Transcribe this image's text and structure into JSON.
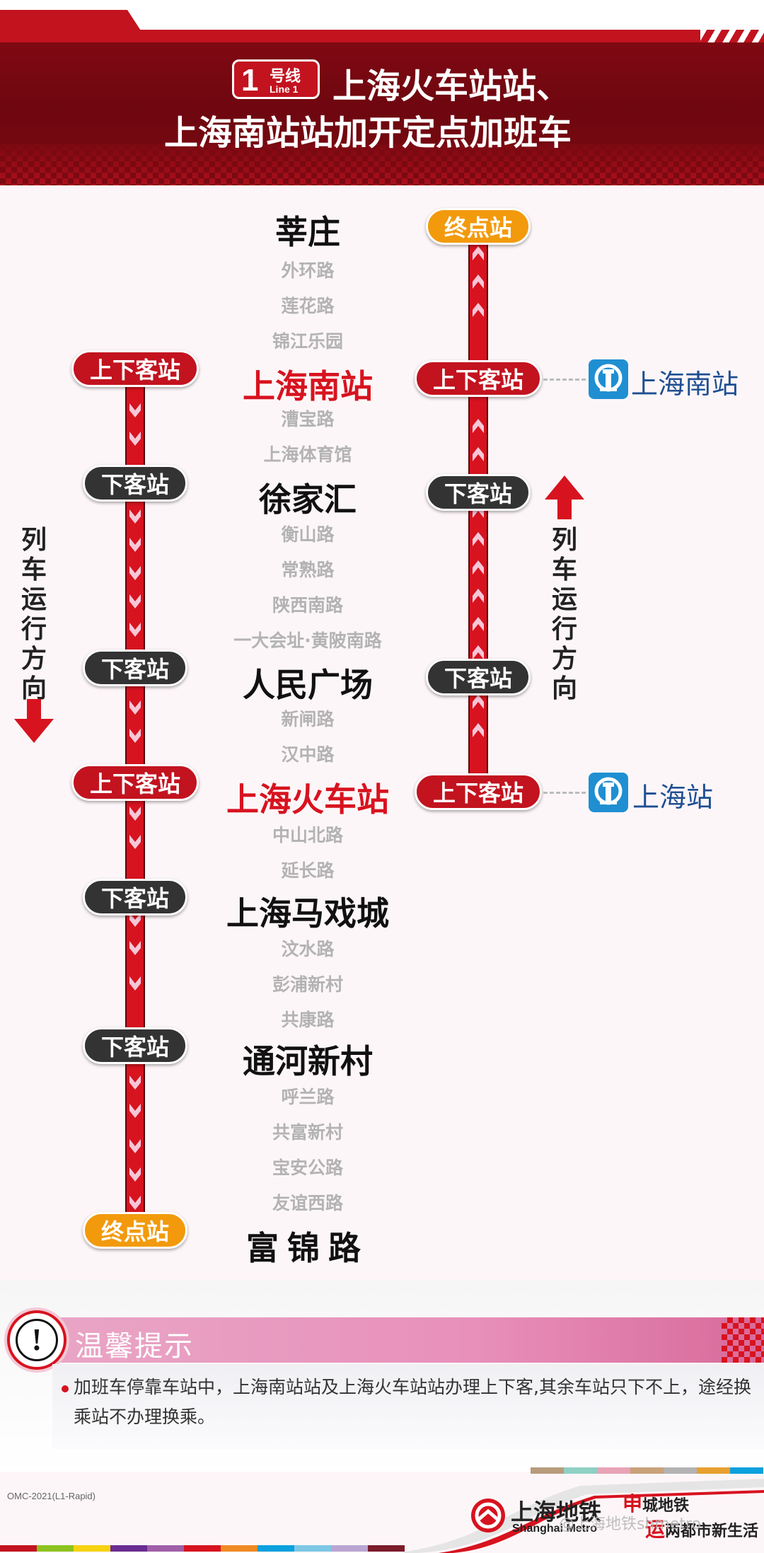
{
  "header": {
    "line_number": "1",
    "line_cn": "号线",
    "line_en": "Line 1",
    "title_line1": "上海火车站站、",
    "title_line2": "上海南站站加开定点加班车"
  },
  "stations": [
    {
      "name": "莘庄",
      "type": "major"
    },
    {
      "name": "外环路",
      "type": "minor"
    },
    {
      "name": "莲花路",
      "type": "minor"
    },
    {
      "name": "锦江乐园",
      "type": "minor"
    },
    {
      "name": "上海南站",
      "type": "major"
    },
    {
      "name": "漕宝路",
      "type": "minor"
    },
    {
      "name": "上海体育馆",
      "type": "minor"
    },
    {
      "name": "徐家汇",
      "type": "major"
    },
    {
      "name": "衡山路",
      "type": "minor"
    },
    {
      "name": "常熟路",
      "type": "minor"
    },
    {
      "name": "陕西南路",
      "type": "minor"
    },
    {
      "name": "一大会址·黄陂南路",
      "type": "minor"
    },
    {
      "name": "人民广场",
      "type": "major"
    },
    {
      "name": "新闸路",
      "type": "minor"
    },
    {
      "name": "汉中路",
      "type": "minor"
    },
    {
      "name": "上海火车站",
      "type": "major"
    },
    {
      "name": "中山北路",
      "type": "minor"
    },
    {
      "name": "延长路",
      "type": "minor"
    },
    {
      "name": "上海马戏城",
      "type": "major"
    },
    {
      "name": "汶水路",
      "type": "minor"
    },
    {
      "name": "彭浦新村",
      "type": "minor"
    },
    {
      "name": "共康路",
      "type": "minor"
    },
    {
      "name": "通河新村",
      "type": "major"
    },
    {
      "name": "呼兰路",
      "type": "minor"
    },
    {
      "name": "共富新村",
      "type": "minor"
    },
    {
      "name": "宝安公路",
      "type": "minor"
    },
    {
      "name": "友谊西路",
      "type": "minor"
    },
    {
      "name": "富锦路",
      "type": "major"
    }
  ],
  "badges": {
    "board_alight": "上下客站",
    "alight_only": "下客站",
    "terminal": "终点站"
  },
  "direction_label": "列车运行方向",
  "direction_chars": [
    "列",
    "车",
    "运",
    "行",
    "方",
    "向"
  ],
  "railway": {
    "south": "上海南站",
    "main": "上海站"
  },
  "tip": {
    "title": "温馨提示",
    "text": "加班车停靠车站中，上海南站站及上海火车站站办理上下客,其余车站只下不上，途经换乘站不办理换乘。"
  },
  "footer": {
    "code": "OMC-2021(L1-Rapid)",
    "logo_cn": "上海地铁",
    "logo_en": "Shanghai Metro",
    "slogan1_mark": "申",
    "slogan1": "城地铁",
    "slogan2_mark": "运",
    "slogan2": "两都市新生活",
    "watermark": "@上海地铁shmetro"
  },
  "colors": {
    "brand_red": "#d7131f",
    "header_dark_red": "#7d0912",
    "terminal_orange": "#f29a0c",
    "railway_blue": "#1f8fd2"
  }
}
